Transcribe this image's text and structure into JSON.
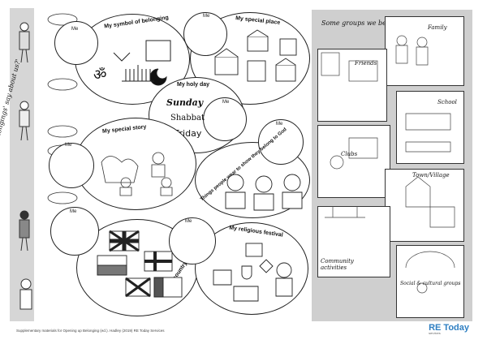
{
  "left_strip": {
    "side_title": "'What do our 'belongings' say about us?'"
  },
  "ovals": {
    "symbol": {
      "title": "My symbol of belonging",
      "me": "Me"
    },
    "place": {
      "title": "My special place",
      "me": "Me"
    },
    "holy_day": {
      "title": "My holy day",
      "sunday": "Sunday",
      "shabbat": "Shabbat",
      "friday": "Friday",
      "me": "Me"
    },
    "story": {
      "title": "My special story",
      "me": "Me"
    },
    "clothes": {
      "title": "Things people wear to show they belong to God",
      "me": "Me"
    },
    "country": {
      "title": "My country",
      "me": "Me"
    },
    "festival": {
      "title": "My religious festival",
      "me": "Me"
    }
  },
  "right_panel": {
    "heading": "Some groups we belong to . . .",
    "cards": {
      "family": "Family",
      "friends": "Friends",
      "school": "School",
      "clubs": "Clubs",
      "town": "Town/Village",
      "community": "Community activities",
      "social": "Social & cultural groups"
    }
  },
  "footer": {
    "text": "Supplementary materials for Opening up Belonging (ed.). Hadley (2019) RE Today Services",
    "logo": "RE Today",
    "logo_sub": "services"
  }
}
